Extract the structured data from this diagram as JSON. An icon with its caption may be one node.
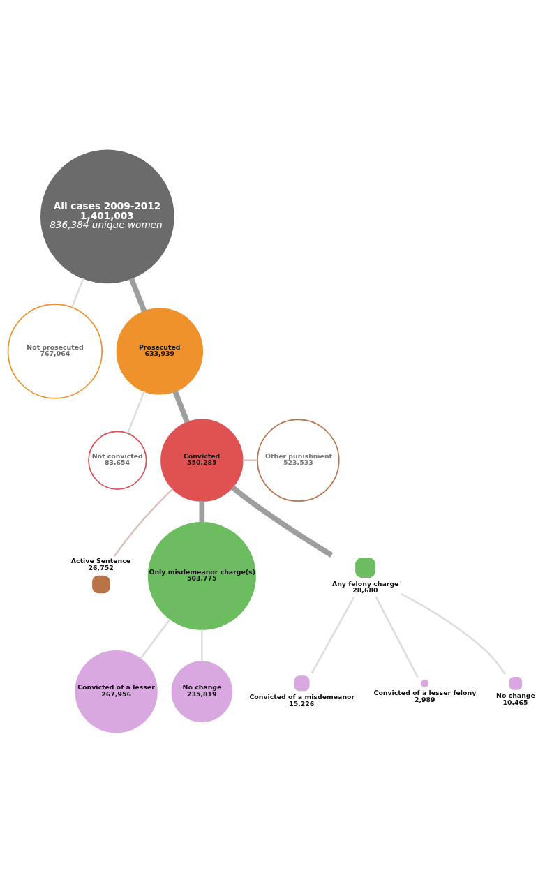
{
  "diagram": {
    "nodes": [
      {
        "text": [
          "All cases 2009-2012",
          "1,401,003",
          "836,384 unique women"
        ]
      },
      {
        "text": [
          "Not prosecuted",
          "767,064"
        ]
      },
      {
        "text": [
          "Prosecuted",
          "633,939"
        ]
      },
      {
        "text": [
          "Not convicted",
          "83,654"
        ]
      },
      {
        "text": [
          "Convicted",
          "550,285"
        ]
      },
      {
        "text": [
          "Active Sentence",
          "26,752"
        ]
      },
      {
        "text": [
          "Other punishment",
          "523,533"
        ]
      },
      {
        "text": [
          "Only misdemeanor charge(s)",
          "503,775"
        ]
      },
      {
        "text": [
          "Any felony charge",
          "28,680"
        ]
      },
      {
        "text": [
          "Convicted of a lesser",
          "267,956"
        ]
      },
      {
        "text": [
          "No change",
          "235,819"
        ]
      },
      {
        "text": [
          "Convicted of a misdemeanor",
          "15,226"
        ]
      },
      {
        "text": [
          "Convicted of a lesser felony",
          "2,989"
        ]
      },
      {
        "text": [
          "No change",
          "10,465"
        ]
      }
    ],
    "edges": [
      {
        "from": 0,
        "to": 1,
        "arrow": "none"
      },
      {
        "from": 0,
        "to": 2,
        "arrow": "none",
        "style": "thick",
        "color": "#9e9e9e"
      },
      {
        "from": 2,
        "to": 3,
        "arrow": "none"
      },
      {
        "from": 2,
        "to": 4,
        "arrow": "none",
        "style": "thick",
        "color": "#9e9e9e"
      },
      {
        "from": 4,
        "to": 5,
        "arrow": "none",
        "color": "#d9c3bd"
      },
      {
        "from": 4,
        "to": 6,
        "arrow": "none",
        "color": "#d9c3bd"
      },
      {
        "from": 4,
        "to": 7,
        "arrow": "none",
        "style": "thick",
        "color": "#9e9e9e"
      },
      {
        "from": 4,
        "to": 8,
        "arrow": "none",
        "style": "thick",
        "color": "#9e9e9e"
      },
      {
        "from": 7,
        "to": 9,
        "arrow": "none"
      },
      {
        "from": 7,
        "to": 10,
        "arrow": "none"
      },
      {
        "from": 8,
        "to": 11,
        "arrow": "none"
      },
      {
        "from": 8,
        "to": 12,
        "arrow": "none"
      },
      {
        "from": 8,
        "to": 13,
        "arrow": "none"
      }
    ]
  }
}
